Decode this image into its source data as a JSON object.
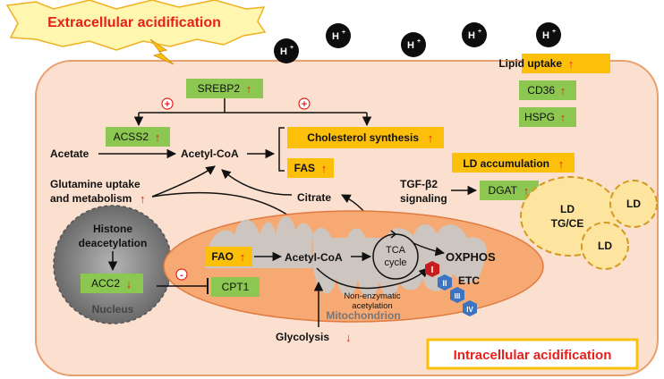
{
  "extracellular": {
    "label": "Extracellular acidification"
  },
  "protons": {
    "label": "H",
    "sup": "+"
  },
  "lipid_uptake": {
    "label": "Lipid uptake",
    "arrow": "↑"
  },
  "cd36": {
    "label": "CD36",
    "arrow": "↑"
  },
  "hspg": {
    "label": "HSPG",
    "arrow": "↑"
  },
  "srebp2": {
    "label": "SREBP2",
    "arrow": "↑"
  },
  "plus_sign": "+",
  "minus_sign": "-",
  "acss2": {
    "label": "ACSS2",
    "arrow": "↑"
  },
  "acetate": "Acetate",
  "acetyl_coa": "Acetyl-CoA",
  "cholesterol": {
    "label": "Cholesterol synthesis",
    "arrow": "↑"
  },
  "fas": {
    "label": "FAS",
    "arrow": "↑"
  },
  "ld_accumulation": {
    "label": "LD accumulation",
    "arrow": "↑"
  },
  "glutamine": {
    "line1": "Glutamine uptake",
    "line2": "and metabolism",
    "arrow": "↑"
  },
  "citrate": "Citrate",
  "tgf": {
    "line1": "TGF-β2",
    "line2": "signaling"
  },
  "dgat": {
    "label": "DGAT",
    "arrow": "↑"
  },
  "ld_main": {
    "line1": "LD",
    "line2": "TG/CE"
  },
  "ld_small": "LD",
  "nucleus": {
    "histone_line1": "Histone",
    "histone_line2": "deacetylation",
    "acc2": "ACC2",
    "acc2_arrow": "↓",
    "label": "Nucleus"
  },
  "fao": {
    "label": "FAO",
    "arrow": "↑"
  },
  "cpt1": "CPT1",
  "mito": {
    "acetyl_coa": "Acetyl-CoA",
    "tca_line1": "TCA",
    "tca_line2": "cycle",
    "non_enzymatic_line1": "Non-enzymatic",
    "non_enzymatic_line2": "acetylation",
    "label": "Mitochondrion"
  },
  "oxphos": "OXPHOS",
  "etc": {
    "label": "ETC",
    "complexes": [
      "I",
      "II",
      "III",
      "IV"
    ]
  },
  "glycolysis": {
    "label": "Glycolysis",
    "arrow": "↓"
  },
  "intracellular": {
    "label": "Intracellular acidification"
  },
  "colors": {
    "green": "#8cc751",
    "orange": "#fcbf0a",
    "red": "#e8201c",
    "cell": "#fbe0cf",
    "cell_border": "#e8a070",
    "mito": "#f6a972",
    "ld": "#fde5a0",
    "ld_border": "#d49a1e",
    "etc_blue": "#3c74c0",
    "etc_red": "#c81d1d"
  }
}
